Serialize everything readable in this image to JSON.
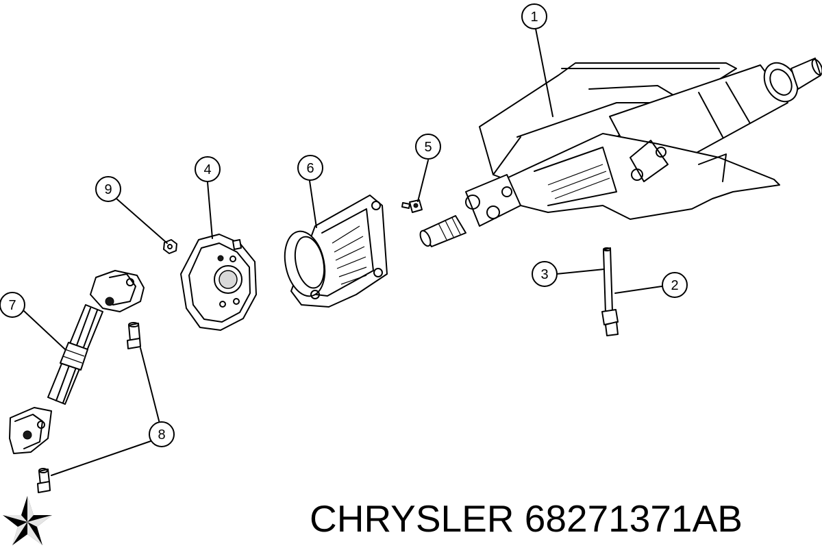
{
  "callouts": [
    {
      "id": 1,
      "label": "1"
    },
    {
      "id": 2,
      "label": "2"
    },
    {
      "id": 3,
      "label": "3"
    },
    {
      "id": 4,
      "label": "4"
    },
    {
      "id": 5,
      "label": "5"
    },
    {
      "id": 6,
      "label": "6"
    },
    {
      "id": 7,
      "label": "7"
    },
    {
      "id": 8,
      "label": "8"
    },
    {
      "id": 9,
      "label": "9"
    }
  ],
  "footer": {
    "brand": "CHRYSLER",
    "part_number": "68271371AB",
    "caption": "CHRYSLER 68271371AB"
  },
  "logo": {
    "icon": "pentastar-icon",
    "color": "#000000"
  }
}
